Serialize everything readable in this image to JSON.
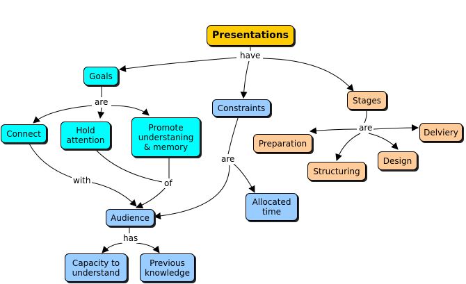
{
  "colors": {
    "root": "#ffcc00",
    "cyan": "#00ffff",
    "blue": "#99ccff",
    "peach": "#ffcc99",
    "line": "#000000"
  },
  "nodes": {
    "presentations": "Presentations",
    "goals": "Goals",
    "connect": "Connect",
    "hold_attention": "Hold attention",
    "promote": "Promote understaning & memory",
    "constraints": "Constraints",
    "allocated_time": "Allocated time",
    "audience": "Audience",
    "capacity": "Capacity to understand",
    "previous_knowledge": "Previous knowledge",
    "stages": "Stages",
    "preparation": "Preparation",
    "structuring": "Structuring",
    "design": "Design",
    "delivery": "Delviery"
  },
  "links": {
    "have": "have",
    "goals_are": "are",
    "with": "with",
    "of": "of",
    "constraints_are": "are",
    "has": "has",
    "stages_are": "are"
  }
}
